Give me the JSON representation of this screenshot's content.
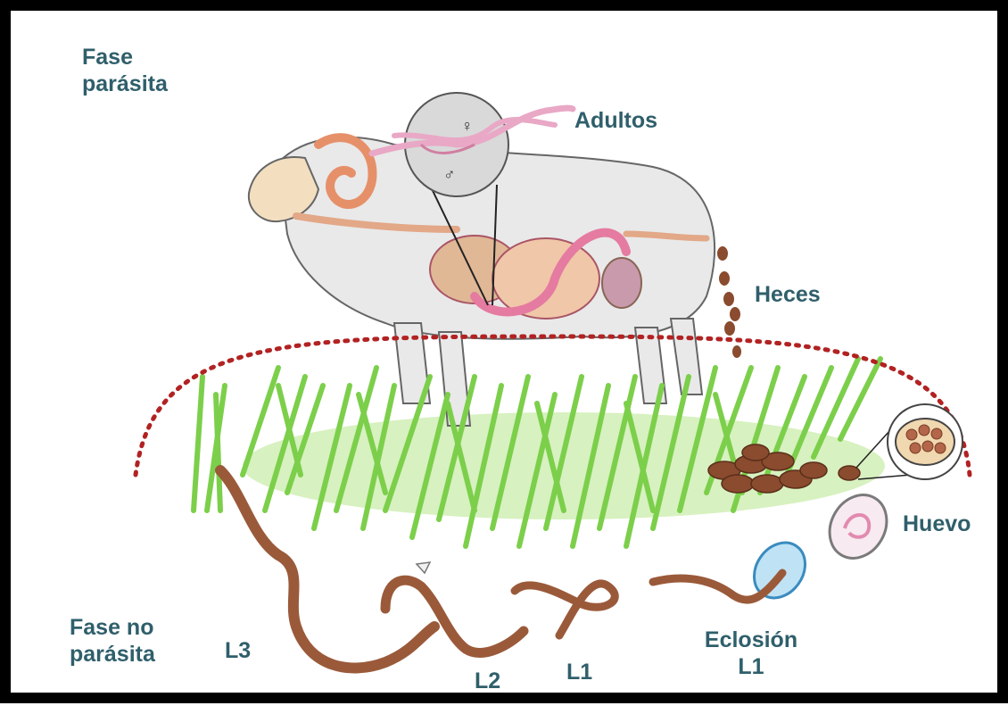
{
  "labels": {
    "phase_parasitic": "Fase\nparásita",
    "adults": "Adultos",
    "female_symbol": "♀",
    "male_symbol": "♂",
    "feces": "Heces",
    "egg": "Huevo",
    "hatching": "Eclosión\nL1",
    "l1": "L1",
    "l2": "L2",
    "l3": "L3",
    "phase_nonparasitic": "Fase no\nparásita"
  },
  "colors": {
    "label_text": "#2f5f6b",
    "boundary_dots": "#b22222",
    "grass": "#7ccf4a",
    "ground": "#cdeeb0",
    "feces": "#8a4b2e",
    "worm": "#9a5a3a",
    "adult_worm": "#e9a8c6",
    "wool": "#e6e6e6"
  }
}
